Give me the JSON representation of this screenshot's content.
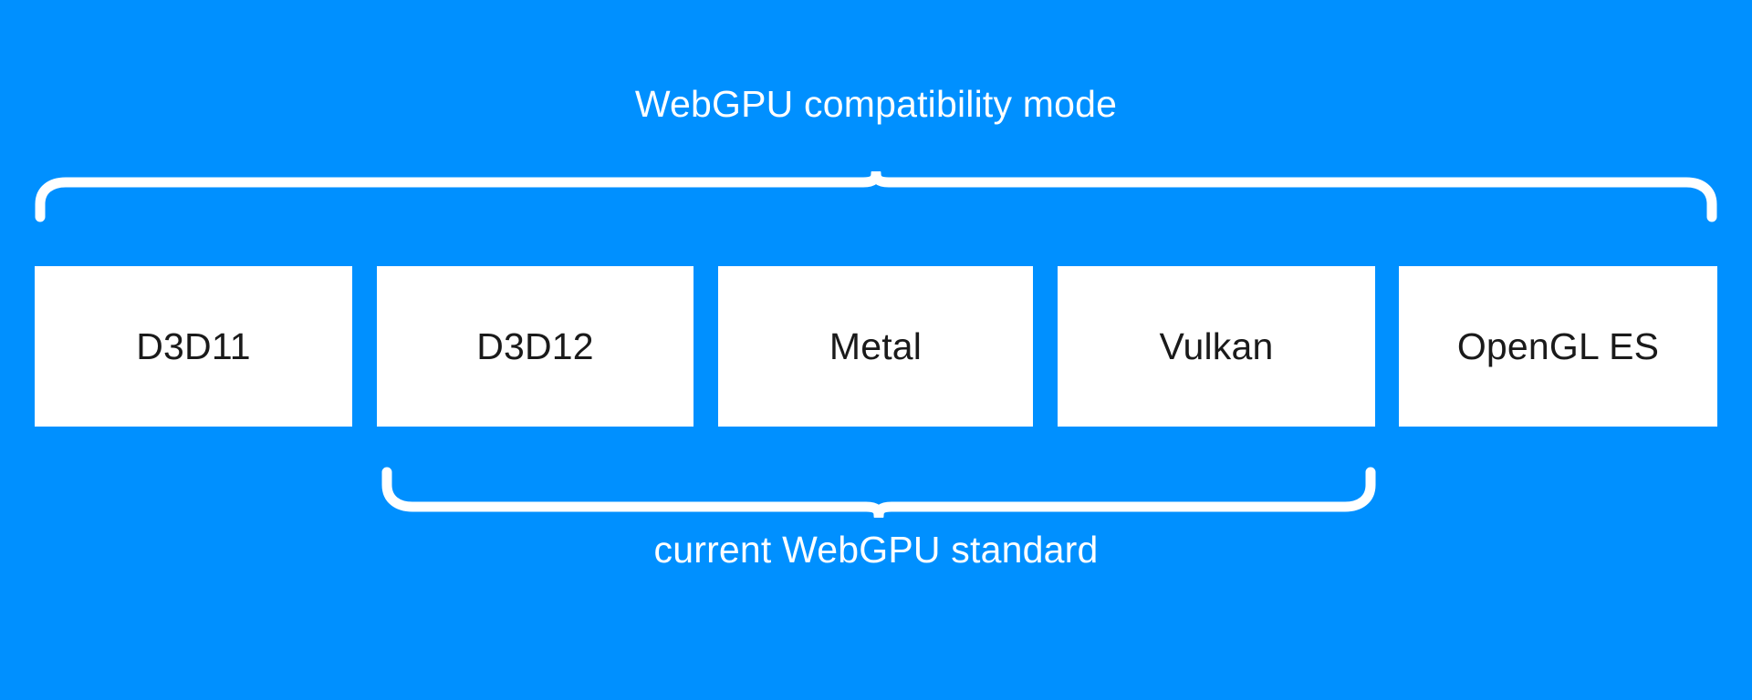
{
  "diagram": {
    "background_color": "#0090ff",
    "box_color": "#ffffff",
    "box_text_color": "#1a1a1a",
    "brace_color": "#ffffff",
    "label_color": "#ffffff",
    "top_group": {
      "label": "WebGPU compatibility mode",
      "brace_direction": "up",
      "spans_boxes": [
        "D3D11",
        "D3D12",
        "Metal",
        "Vulkan",
        "OpenGL ES"
      ]
    },
    "bottom_group": {
      "label": "current WebGPU standard",
      "brace_direction": "down",
      "spans_boxes": [
        "D3D12",
        "Metal",
        "Vulkan"
      ]
    },
    "boxes": [
      {
        "label": "D3D11"
      },
      {
        "label": "D3D12"
      },
      {
        "label": "Metal"
      },
      {
        "label": "Vulkan"
      },
      {
        "label": "OpenGL ES"
      }
    ]
  }
}
